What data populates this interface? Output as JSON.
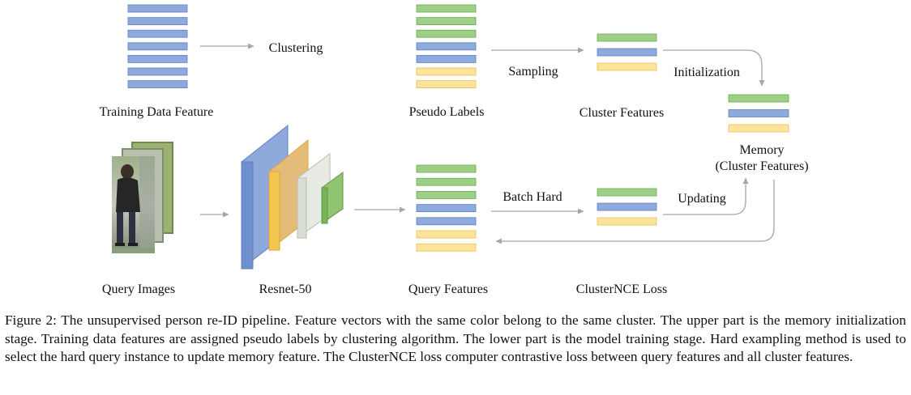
{
  "diagram": {
    "labels": {
      "training_data_feature": "Training Data Feature",
      "clustering": "Clustering",
      "pseudo_labels": "Pseudo Labels",
      "sampling": "Sampling",
      "cluster_features": "Cluster Features",
      "initialization": "Initialization",
      "memory_line1": "Memory",
      "memory_line2": "(Cluster Features)",
      "batch_hard": "Batch Hard",
      "updating": "Updating",
      "query_images": "Query Images",
      "resnet50": "Resnet-50",
      "query_features": "Query Features",
      "clusternce_loss": "ClusterNCE Loss"
    },
    "colors": {
      "green": "#9dcf86",
      "blue": "#8ea9db",
      "yellow": "#fde49a",
      "green_edge": "#6da956",
      "blue_edge": "#5f80c0",
      "yellow_edge": "#e5bf55",
      "arrow": "#a6a6a6"
    },
    "feature_stacks": {
      "training_data_feature": [
        "blue",
        "blue",
        "blue",
        "blue",
        "blue",
        "blue",
        "blue"
      ],
      "pseudo_labels": [
        "green",
        "green",
        "green",
        "blue",
        "blue",
        "yellow",
        "yellow"
      ],
      "cluster_features": [
        "green",
        "blue",
        "yellow"
      ],
      "memory": [
        "green",
        "blue",
        "yellow"
      ],
      "query_features": [
        "green",
        "green",
        "green",
        "blue",
        "blue",
        "yellow",
        "yellow"
      ],
      "clusternce_loss": [
        "green",
        "blue",
        "yellow"
      ]
    }
  },
  "caption": "Figure 2: The unsupervised person re-ID pipeline. Feature vectors with the same color belong to the same cluster. The upper part is the memory initialization stage. Training data features are assigned pseudo labels by clustering algorithm. The lower part is the model training stage. Hard exampling method is used to select the hard query instance to update memory feature. The ClusterNCE loss computer contrastive loss between query features and all cluster features."
}
